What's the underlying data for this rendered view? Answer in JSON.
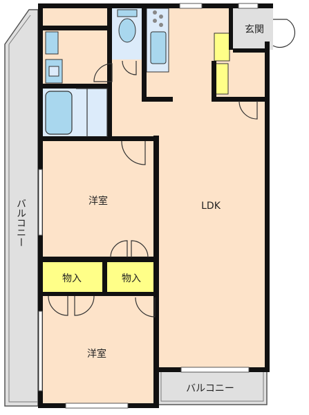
{
  "rooms": {
    "entrance": "玄関",
    "ldk": "LDK",
    "western_room_1": "洋室",
    "western_room_2": "洋室",
    "storage_1": "物入",
    "storage_2": "物入",
    "balcony_side": "バルコニー",
    "balcony_bottom": "バルコニー"
  },
  "colors": {
    "floor": "#fde3c9",
    "wet_area": "#dcebfa",
    "fixture": "#a9d7ee",
    "storage": "#ffff88",
    "balcony": "#e0e0e0",
    "entrance_floor": "#e0e0e0",
    "wall": "#111111"
  }
}
